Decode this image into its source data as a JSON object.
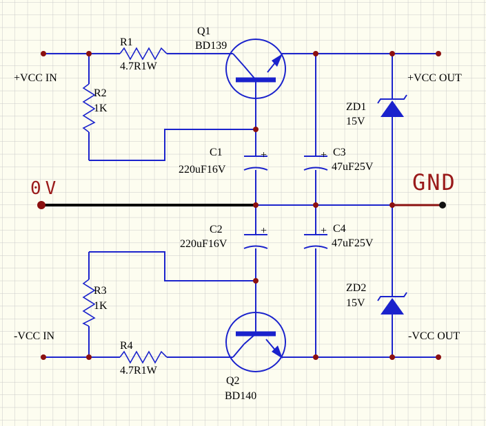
{
  "labels": {
    "vcc_in_pos": "+VCC IN",
    "vcc_in_neg": "-VCC IN",
    "vcc_out_pos": "+VCC OUT",
    "vcc_out_neg": "-VCC OUT",
    "zero_v": "0V",
    "gnd": "GND"
  },
  "components": {
    "r1": {
      "ref": "R1",
      "value": "4.7R1W"
    },
    "r2": {
      "ref": "R2",
      "value": "1K"
    },
    "r3": {
      "ref": "R3",
      "value": "1K"
    },
    "r4": {
      "ref": "R4",
      "value": "4.7R1W"
    },
    "q1": {
      "ref": "Q1",
      "part": "BD139"
    },
    "q2": {
      "ref": "Q2",
      "part": "BD140"
    },
    "c1": {
      "ref": "C1",
      "value": "220uF16V"
    },
    "c2": {
      "ref": "C2",
      "value": "220uF16V"
    },
    "c3": {
      "ref": "C3",
      "value": "47uF25V"
    },
    "c4": {
      "ref": "C4",
      "value": "47uF25V"
    },
    "zd1": {
      "ref": "ZD1",
      "value": "15V"
    },
    "zd2": {
      "ref": "ZD2",
      "value": "15V"
    }
  },
  "polarity_mark": "+",
  "colors": {
    "background": "#fdfdf0",
    "grid": "#c9c9c9",
    "wire": "#1a22cc",
    "node": "#8b1010",
    "ground_wire": "#000000",
    "handwriting": "#9a1a1a"
  }
}
